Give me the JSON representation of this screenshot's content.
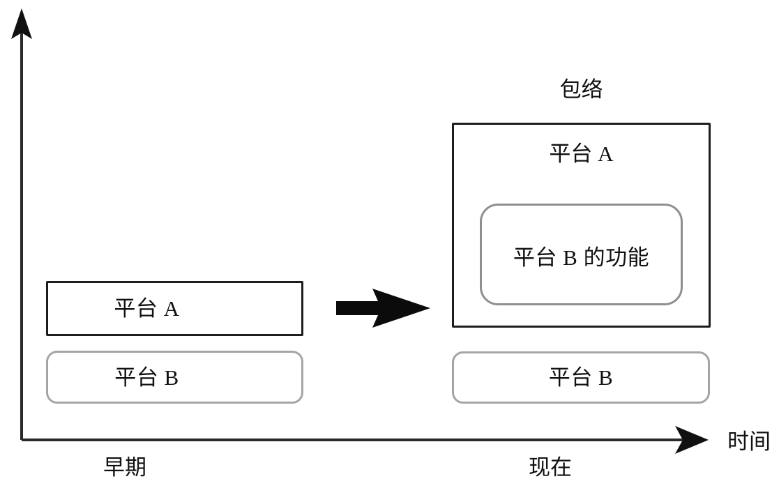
{
  "diagram": {
    "title_caption": "包络",
    "axes": {
      "x_axis_label": "时间",
      "y_axis_arrow": "up-arrow",
      "x_axis_arrow": "right-arrow",
      "x_ticks": [
        {
          "label": "早期"
        },
        {
          "label": "现在"
        }
      ]
    },
    "early_stage": {
      "platform_a": {
        "label": "平台 A",
        "border_color": "#1d1d1d",
        "shape": "rectangle"
      },
      "platform_b": {
        "label": "平台 B",
        "border_color": "#a5a5a5",
        "shape": "rounded-rectangle"
      }
    },
    "transition": {
      "icon": "right-arrow-icon"
    },
    "now_stage": {
      "envelope": {
        "caption": "包络",
        "platform_a_label": "平台 A",
        "border_color": "#1d1d1d",
        "shape": "rectangle"
      },
      "platform_b_function": {
        "label": "平台 B 的功能",
        "border_color": "#8f8f8f",
        "shape": "rounded-rectangle"
      },
      "platform_b": {
        "label": "平台 B",
        "border_color": "#a5a5a5",
        "shape": "rounded-rectangle"
      }
    }
  }
}
